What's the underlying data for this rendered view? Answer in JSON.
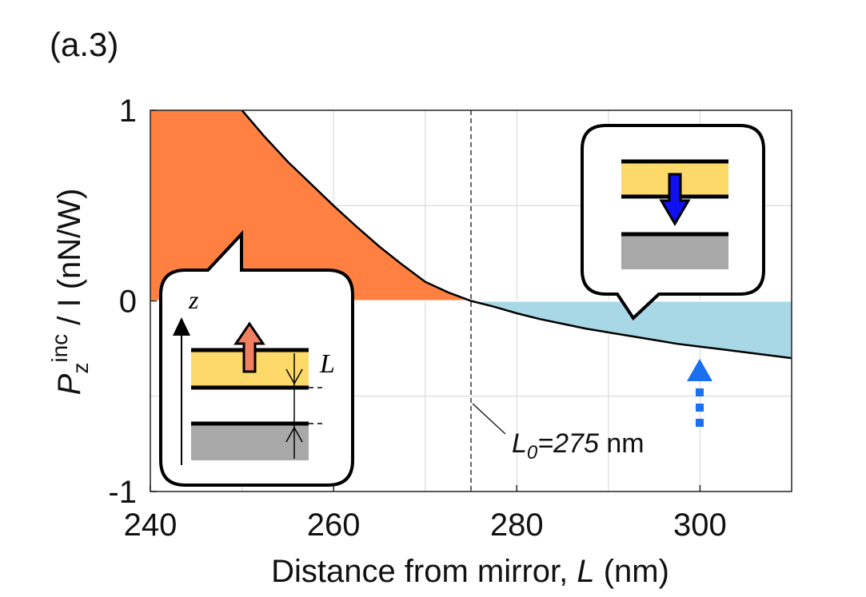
{
  "panel_label": "(a.3)",
  "chart_data": {
    "type": "line",
    "xlabel": {
      "text": "Distance from mirror, ",
      "var": "L",
      "unit": " (nm)"
    },
    "ylabel": {
      "var": "P",
      "sub": "z",
      "sup": "inc",
      "rest": " / I (nN/W)"
    },
    "xlim": [
      240,
      310
    ],
    "ylim": [
      -1,
      1
    ],
    "xticks": [
      240,
      260,
      280,
      300
    ],
    "yticks": [
      -1,
      0,
      1
    ],
    "grid": true,
    "series": [
      {
        "x": [
          250,
          252.5,
          255,
          257.5,
          260,
          262.5,
          265,
          267.5,
          270,
          272.5,
          275,
          277.5,
          280,
          282.5,
          285,
          287.5,
          290,
          292.5,
          295,
          297.5,
          300,
          302.5,
          305,
          307.5,
          310
        ],
        "y": [
          1.0,
          0.86,
          0.73,
          0.615,
          0.5,
          0.39,
          0.285,
          0.19,
          0.1,
          0.045,
          0.0,
          -0.03,
          -0.065,
          -0.095,
          -0.12,
          -0.145,
          -0.165,
          -0.185,
          -0.205,
          -0.225,
          -0.24,
          -0.255,
          -0.27,
          -0.285,
          -0.3
        ]
      }
    ],
    "positive_fill_color": "#ff8040",
    "negative_fill_color": "#a8d8e6",
    "vline": {
      "x": 275,
      "label_var": "L",
      "label_sub": "0",
      "label_eq": "=275",
      "label_unit": " nm"
    },
    "inset_labels": {
      "axis": "z",
      "gap": "L"
    },
    "colors": {
      "film": "#fdd96a",
      "mirror": "#a8a8a8",
      "up_arrow": "#f08060",
      "down_arrow": "#1010f0",
      "dotted_arrow": "#1a70f0"
    }
  }
}
